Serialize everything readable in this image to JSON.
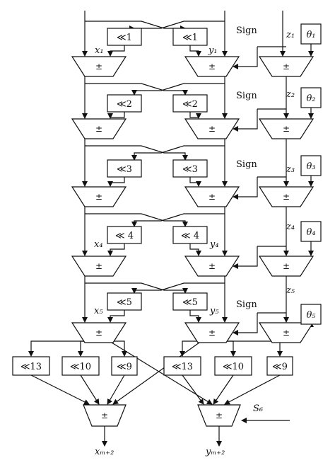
{
  "adder_label": "±",
  "shift_rows": [
    {
      "left": "≪1",
      "right": "≪1"
    },
    {
      "left": "≪2",
      "right": "≪2"
    },
    {
      "left": "≪3",
      "right": "≪3"
    },
    {
      "left": "≪ 4",
      "right": "≪ 4"
    },
    {
      "left": "≪5",
      "right": "≪5"
    }
  ],
  "final_shifts": {
    "left": [
      "≪13",
      "≪10",
      "≪9"
    ],
    "right": [
      "≪13",
      "≪10",
      "≪9"
    ]
  },
  "sign_label": "Sign",
  "z_labels": [
    "z₁",
    "z₂",
    "z₃",
    "z₄",
    "z₅"
  ],
  "theta_labels": [
    "θ₁",
    "θ₂",
    "θ₃",
    "θ₄",
    "θ₅"
  ],
  "x_labels": {
    "x1": "x₁",
    "y1": "y₁",
    "x4": "x₄",
    "y4": "y₄",
    "x5": "x₅",
    "y5": "y₅"
  },
  "s6_label": "S₆",
  "outputs": {
    "x": "xₘ₊₂",
    "y": "yₘ₊₂"
  }
}
